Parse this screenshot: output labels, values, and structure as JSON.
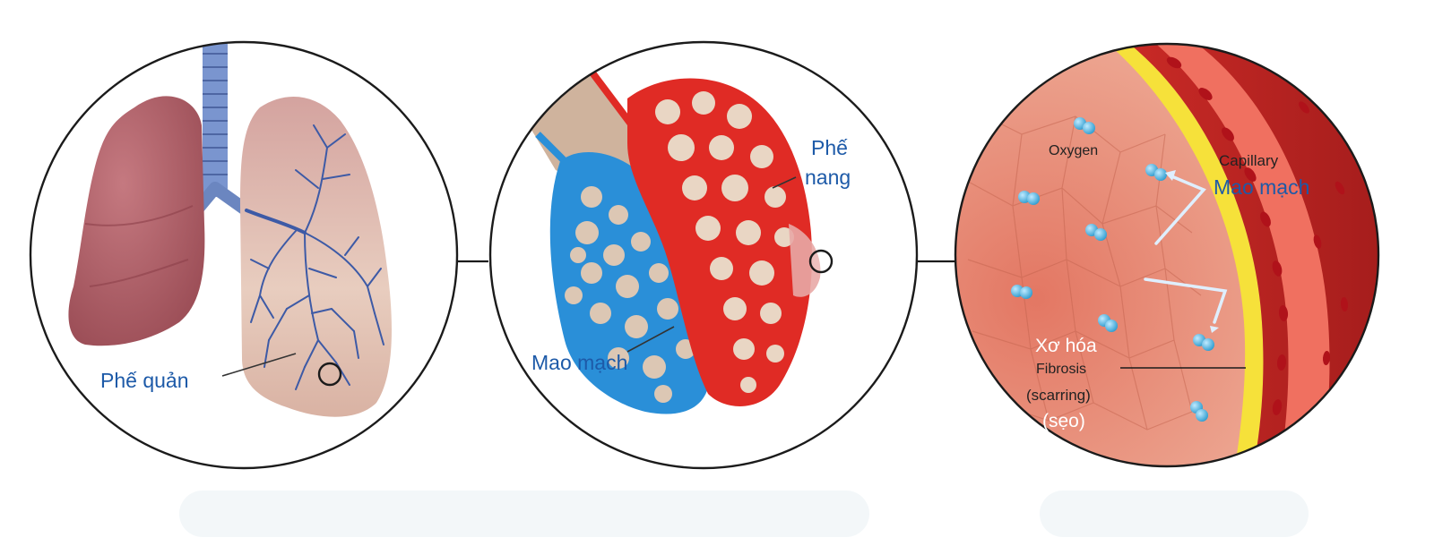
{
  "labels": {
    "bronchi_vi": "Phế quản",
    "alveoli_vi_line1": "Phế",
    "alveoli_vi_line2": "nang",
    "capillary_vi_middle": "Mao mạch",
    "oxygen_en": "Oxygen",
    "capillary_en": "Capillary",
    "capillary_vi": "Mao mạch",
    "fibrosis_vi": "Xơ hóa",
    "fibrosis_en": "Fibrosis",
    "scarring_en": "(scarring)",
    "scar_vi": "(sẹo)"
  },
  "colors": {
    "vi_label_blue": "#1d5aa8",
    "en_label_dark": "#222222",
    "vi_label_white": "#ffffff",
    "lung_pink": "#b8676f",
    "lung_light": "#e6c3b7",
    "vessel_red": "#e02b25",
    "vessel_blue": "#2a8fd8",
    "trachea_blue": "#6b86c0",
    "tissue_pink": "#e9a08c",
    "fibrosis_yellow": "#f6e13a",
    "oxygen_cyan": "#5cc4ea",
    "outline": "#1b1b1b"
  }
}
